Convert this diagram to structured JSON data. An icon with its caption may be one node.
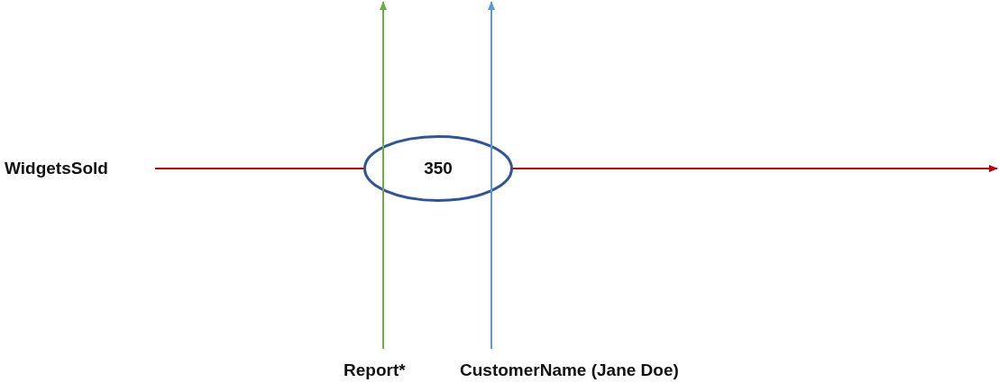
{
  "diagram": {
    "nodes": [
      {
        "text": [
          "WidgetsSold"
        ]
      },
      {
        "text": [
          "350"
        ]
      },
      {
        "text": [
          "Report*"
        ]
      },
      {
        "text": [
          "CustomerName (Jane Doe)"
        ]
      }
    ],
    "edges": [
      {
        "from": 0,
        "to": null,
        "arrow": "to",
        "color": "#c00000"
      },
      {
        "from": 2,
        "to": null,
        "arrow": "to",
        "color": "#70ad47"
      },
      {
        "from": 3,
        "to": null,
        "arrow": "to",
        "color": "#5b9bd5"
      }
    ]
  }
}
